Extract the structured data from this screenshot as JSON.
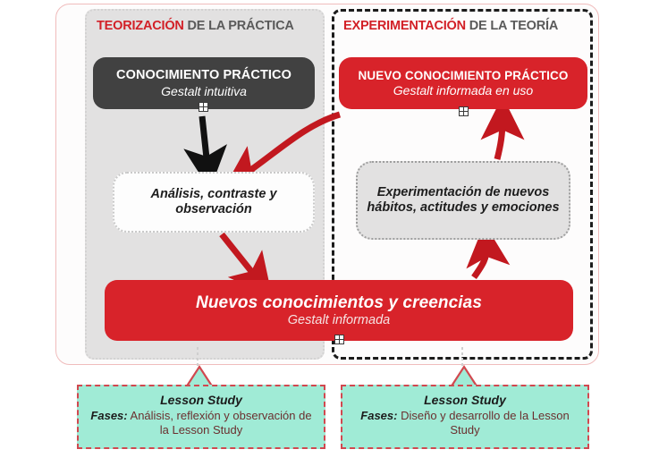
{
  "diagram": {
    "sections": [
      {
        "id": "teorizacion",
        "highlight": "TEORIZACIÓN",
        "rest": " DE LA PRÁCTICA"
      },
      {
        "id": "experimentacion",
        "highlight": "EXPERIMENTACIÓN",
        "rest": " DE LA TEORÍA"
      }
    ],
    "nodes": {
      "conocimiento_practico": {
        "title": "CONOCIMIENTO PRÁCTICO",
        "subtitle": "Gestalt intuitiva"
      },
      "nuevo_conocimiento_practico": {
        "title": "NUEVO CONOCIMIENTO PRÁCTICO",
        "subtitle": "Gestalt informada en uso"
      },
      "analisis": {
        "text": "Análisis, contraste y observación"
      },
      "experimentacion_habitos": {
        "text": "Experimentación de nuevos hábitos, actitudes y emociones"
      },
      "nuevos_conocimientos": {
        "title": "Nuevos conocimientos y creencias",
        "subtitle": "Gestalt informada"
      }
    },
    "callouts": [
      {
        "id": "lesson-study-left",
        "title": "Lesson Study",
        "label": "Fases:",
        "body": " Análisis, reflexión y observación de la Lesson Study"
      },
      {
        "id": "lesson-study-right",
        "title": "Lesson Study",
        "label": "Fases:",
        "body": " Diseño y desarrollo de la Lesson Study"
      }
    ],
    "icons": {
      "handle": "grid-plus-handle"
    },
    "colors": {
      "red": "#d8232a",
      "dark": "#414141",
      "gray_panel": "#e2e1e1",
      "teal": "#a0ebd6",
      "callout_border": "#d1484f",
      "title_highlight": "#d22027",
      "title_rest": "#5a5a5a"
    }
  }
}
